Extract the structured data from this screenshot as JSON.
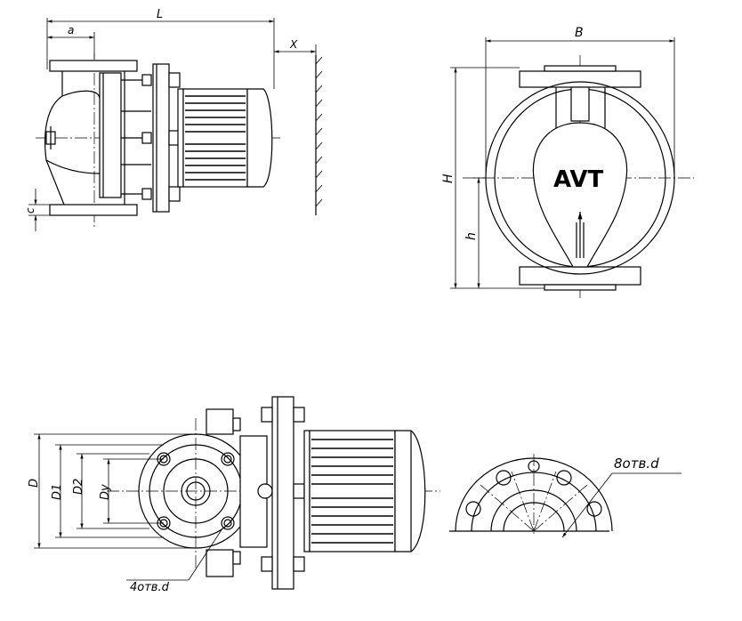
{
  "labels": {
    "L": "L",
    "a": "a",
    "X": "X",
    "c": "c",
    "B": "B",
    "H": "H",
    "h": "h",
    "D": "D",
    "D1": "D1",
    "D2": "D2",
    "Dy": "Dy",
    "holes4": "4отв.d",
    "holes8": "8отв.d"
  },
  "logo": "AVT"
}
